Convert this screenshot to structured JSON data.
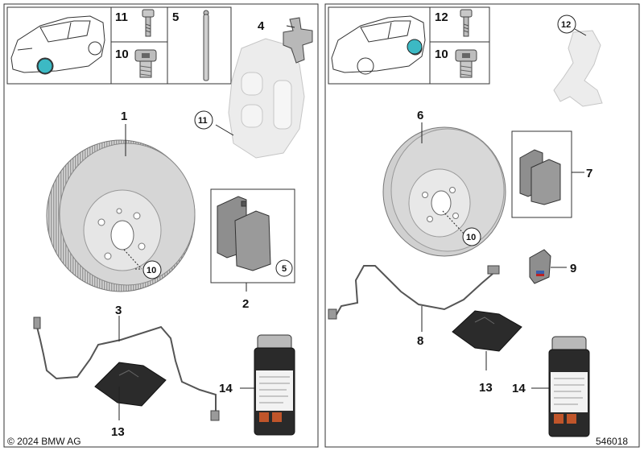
{
  "footer": {
    "copyright": "© 2024 BMW AG",
    "diagram_number": "546018"
  },
  "left_panel": {
    "header_cells": [
      {
        "label": "11"
      },
      {
        "label": "10"
      },
      {
        "label": "5"
      }
    ],
    "callouts": [
      "4",
      "11",
      "1",
      "10",
      "5",
      "2",
      "3",
      "13",
      "14"
    ]
  },
  "right_panel": {
    "header_cells": [
      {
        "label": "12"
      },
      {
        "label": "10"
      }
    ],
    "callouts": [
      "12",
      "6",
      "7",
      "10",
      "9",
      "8",
      "13",
      "14"
    ]
  },
  "colors": {
    "marker": "#3cb9c4",
    "ghost": "#e4e4e4",
    "disc": "#d4d4d4",
    "pad": "#8c8c8c",
    "ink": "#222222"
  }
}
